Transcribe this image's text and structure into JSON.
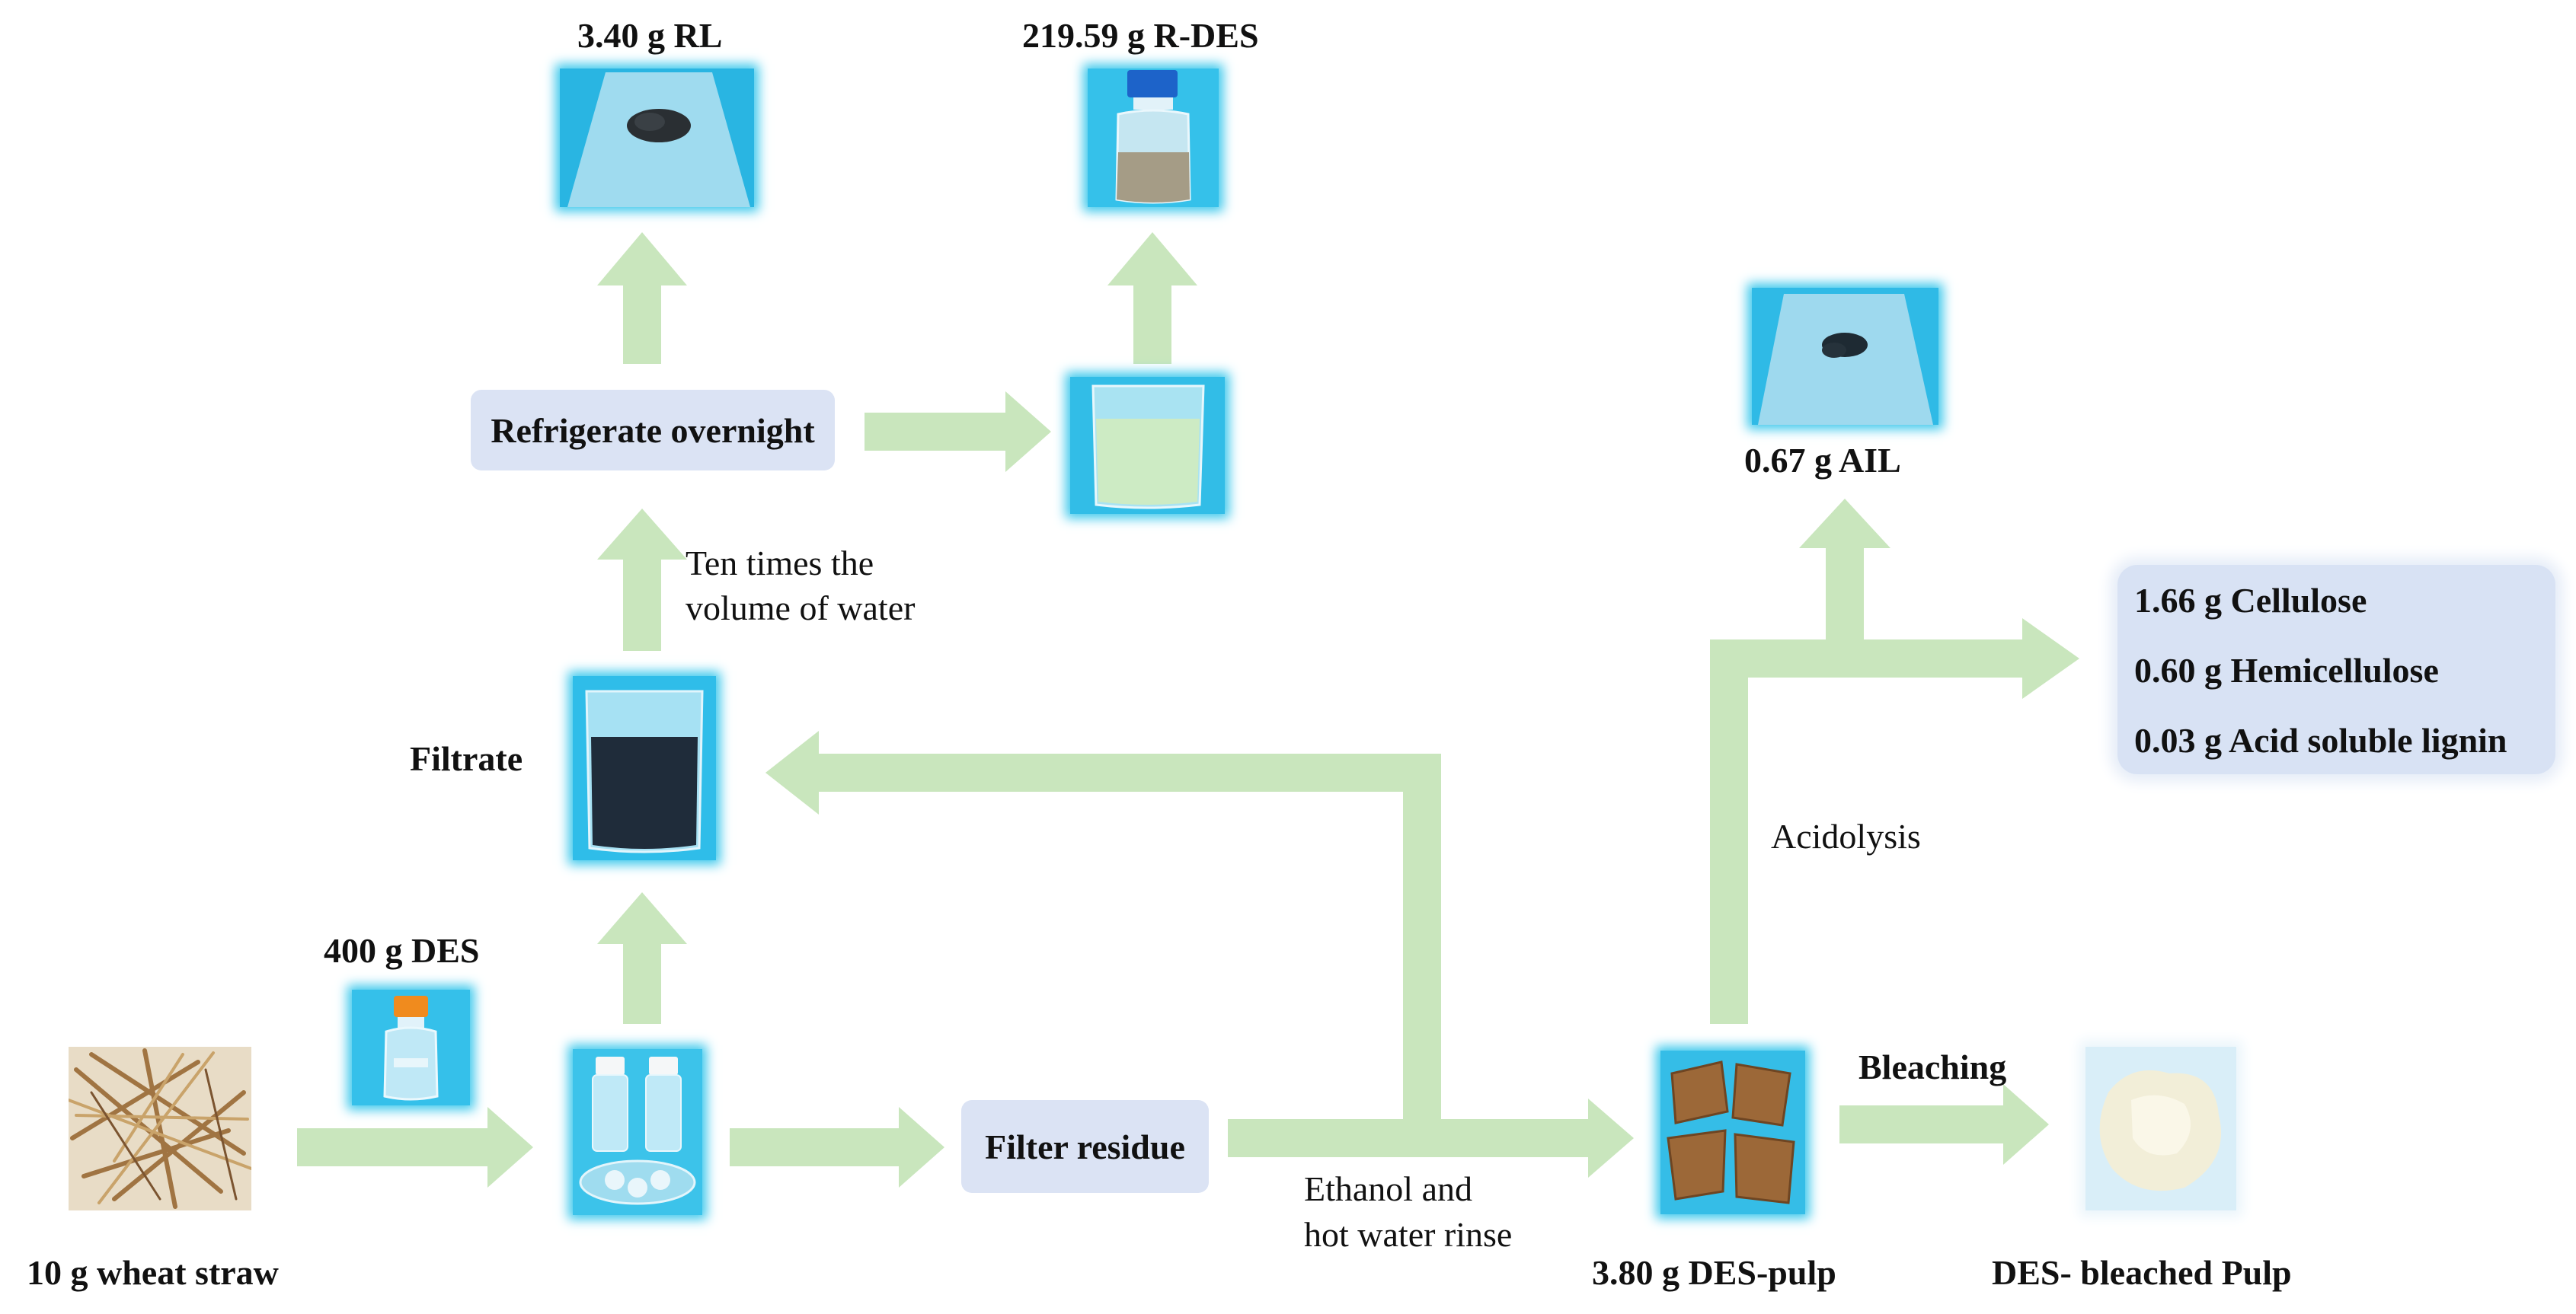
{
  "labels": {
    "wheat_straw": "10 g wheat  straw",
    "des": "400 g DES",
    "filtrate": "Filtrate",
    "water_line1": "Ten times the",
    "water_line2": "volume of water",
    "refrigerate": "Refrigerate overnight",
    "rl": "3.40 g RL",
    "rdes": "219.59 g R-DES",
    "filter_residue": "Filter residue",
    "rinse_line1": "Ethanol and",
    "rinse_line2": "hot water rinse",
    "des_pulp": "3.80 g  DES-pulp",
    "bleaching": "Bleaching",
    "bleached_pulp": "DES- bleached Pulp",
    "acidolysis": "Acidolysis",
    "ail": "0.67 g AIL"
  },
  "composition": {
    "cellulose": "1.66 g Cellulose",
    "hemicellulose": "0.60 g Hemicellulose",
    "acid_soluble_lignin": "0.03 g Acid soluble lignin"
  },
  "colors": {
    "arrow": "#c9e6bd",
    "box": "#dbe3f4",
    "photo_glow": "#3fc9ec",
    "liquor": "#1f2c3a",
    "straw": "#b0895a",
    "pulp": "#9c6838",
    "bleached": "#f2eed8"
  },
  "icons": [
    "wheat-straw-photo",
    "des-bottle-photo",
    "reactor-photo",
    "filtrate-beaker-photo",
    "rl-powder-photo",
    "beaker-photo",
    "rdes-bottle-photo",
    "ail-photo",
    "des-pulp-photo",
    "bleached-pulp-photo"
  ]
}
